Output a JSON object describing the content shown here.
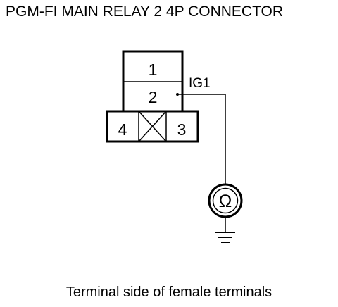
{
  "title": "PGM-FI MAIN RELAY 2 4P CONNECTOR",
  "caption": "Terminal side of female terminals",
  "connector": {
    "terminals": {
      "t1": "1",
      "t2": "2",
      "t3": "3",
      "t4": "4"
    }
  },
  "wire": {
    "label": "IG1"
  },
  "meter": {
    "symbol": "Ω"
  }
}
